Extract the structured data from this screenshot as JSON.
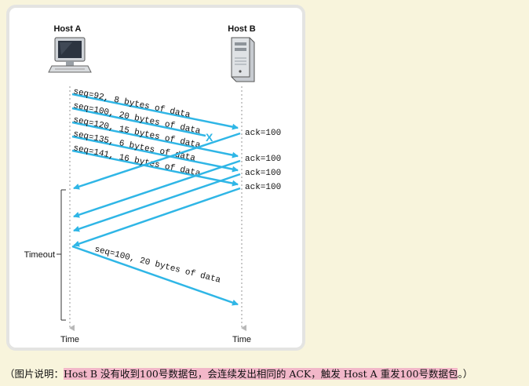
{
  "diagram": {
    "host_a_label": "Host A",
    "host_b_label": "Host B",
    "time_label_a": "Time",
    "time_label_b": "Time",
    "timeout_label": "Timeout",
    "lost_marker": "X",
    "segments": [
      "seq=92, 8 bytes of data",
      "seq=100, 20 bytes of data",
      "seq=120, 15 bytes of data",
      "seq=135, 6 bytes of data",
      "seq=141, 16 bytes of data"
    ],
    "acks": [
      "ack=100",
      "ack=100",
      "ack=100",
      "ack=100"
    ],
    "retransmit": "seq=100, 20 bytes of data",
    "colors": {
      "arrow": "#2fb6e6",
      "lost": "#2fb6e6"
    }
  },
  "caption": {
    "prefix": "（图片说明：",
    "highlight": "Host B 没有收到100号数据包，会连续发出相同的 ACK，触发 Host A 重发100号数据包",
    "suffix": "。）"
  }
}
